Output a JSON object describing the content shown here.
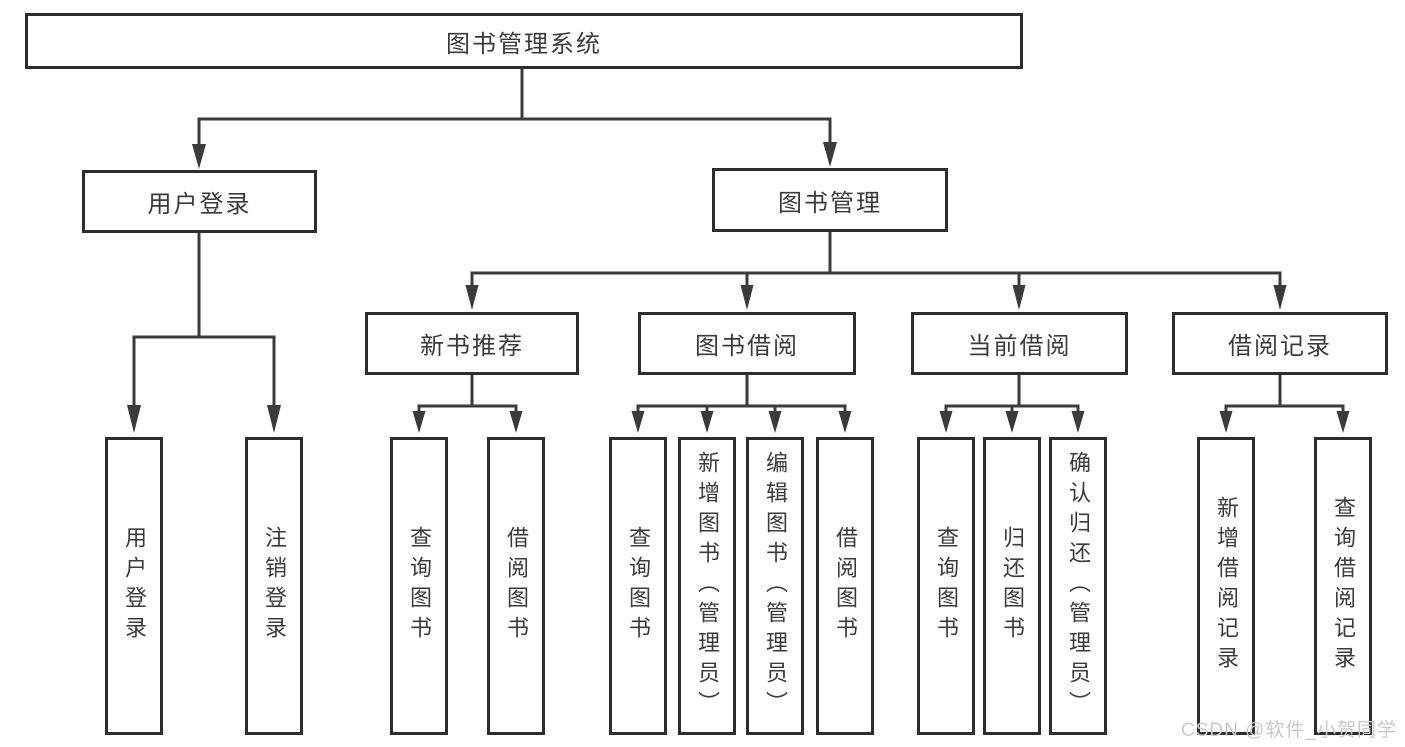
{
  "colors": {
    "background": "#ffffff",
    "line": "#3b3b3b",
    "box_border": "#2d2d2d",
    "text": "#3b3b3b",
    "watermark": "#c9c9c9"
  },
  "tree": {
    "root": {
      "label": "图书管理系统",
      "children": [
        {
          "label": "用户登录",
          "children": [
            {
              "label": "用户登录"
            },
            {
              "label": "注销登录"
            }
          ]
        },
        {
          "label": "图书管理",
          "children": [
            {
              "label": "新书推荐",
              "children": [
                {
                  "label": "查询图书"
                },
                {
                  "label": "借阅图书"
                }
              ]
            },
            {
              "label": "图书借阅",
              "children": [
                {
                  "label": "查询图书"
                },
                {
                  "label": "新增图书（管理员）"
                },
                {
                  "label": "编辑图书（管理员）"
                },
                {
                  "label": "借阅图书"
                }
              ]
            },
            {
              "label": "当前借阅",
              "children": [
                {
                  "label": "查询图书"
                },
                {
                  "label": "归还图书"
                },
                {
                  "label": "确认归还（管理员）"
                }
              ]
            },
            {
              "label": "借阅记录",
              "children": [
                {
                  "label": "新增借阅记录"
                },
                {
                  "label": "查询借阅记录"
                }
              ]
            }
          ]
        }
      ]
    }
  },
  "watermark": {
    "text": "CSDN @软件_小贺同学"
  }
}
